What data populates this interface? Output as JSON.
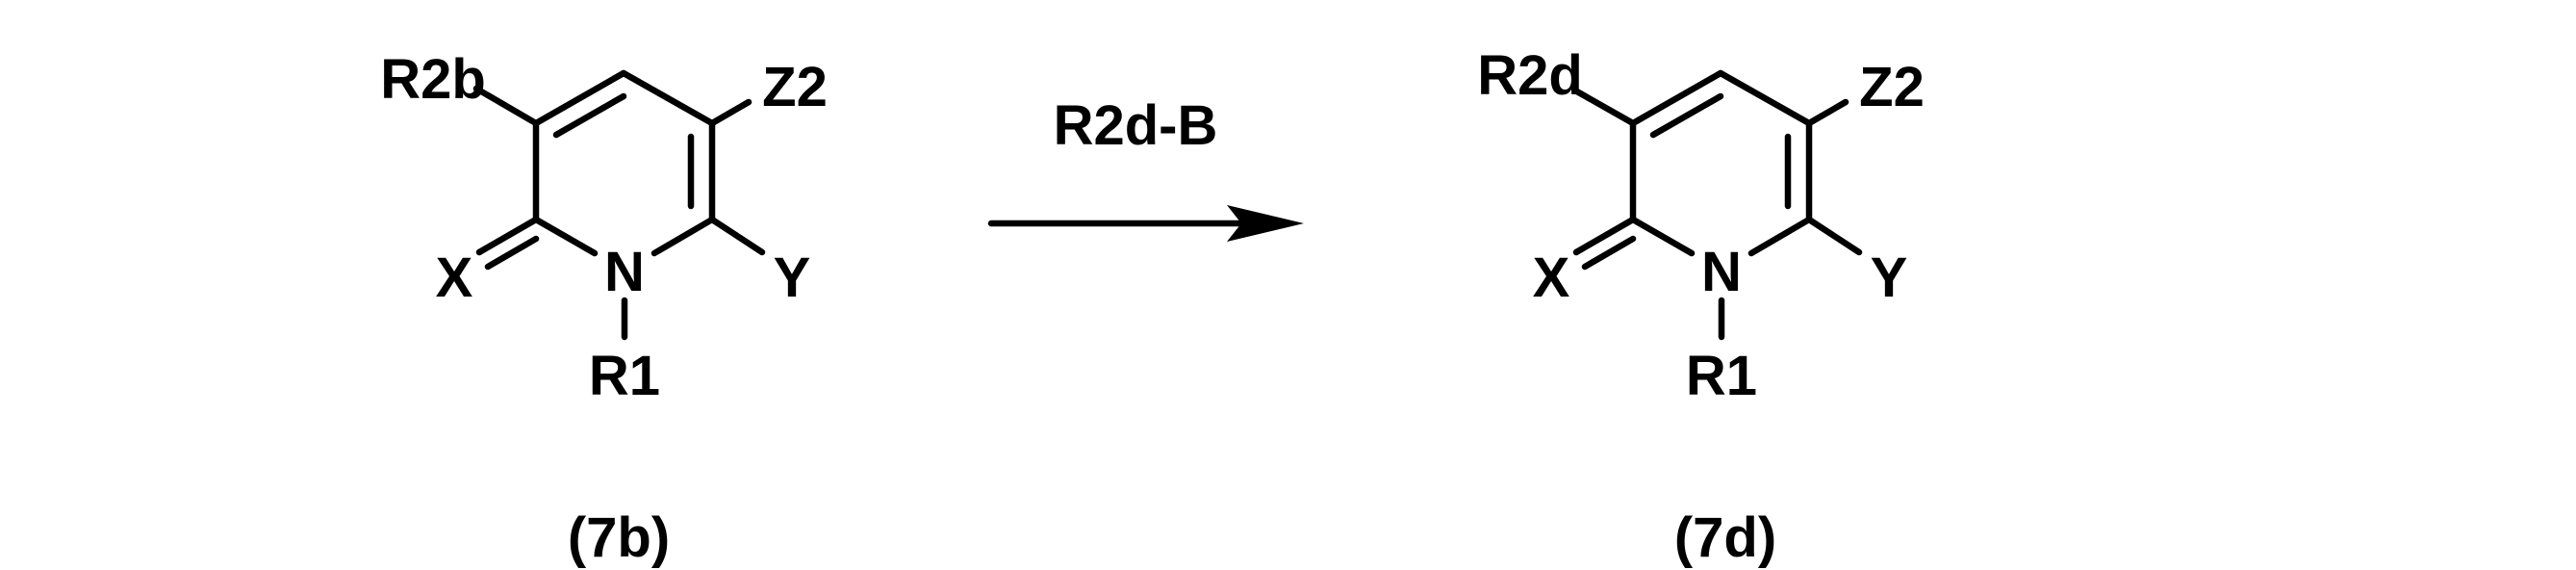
{
  "reactant": {
    "substituent_top_left": "R2b",
    "substituent_top_right": "Z2",
    "substituent_left": "X",
    "substituent_right": "Y",
    "ring_atom": "N",
    "n_substituent": "R1",
    "compound_label": "(7b)"
  },
  "reagent": {
    "label": "R2d-B"
  },
  "product": {
    "substituent_top_left": "R2d",
    "substituent_top_right": "Z2",
    "substituent_left": "X",
    "substituent_right": "Y",
    "ring_atom": "N",
    "n_substituent": "R1",
    "compound_label": "(7d)"
  }
}
